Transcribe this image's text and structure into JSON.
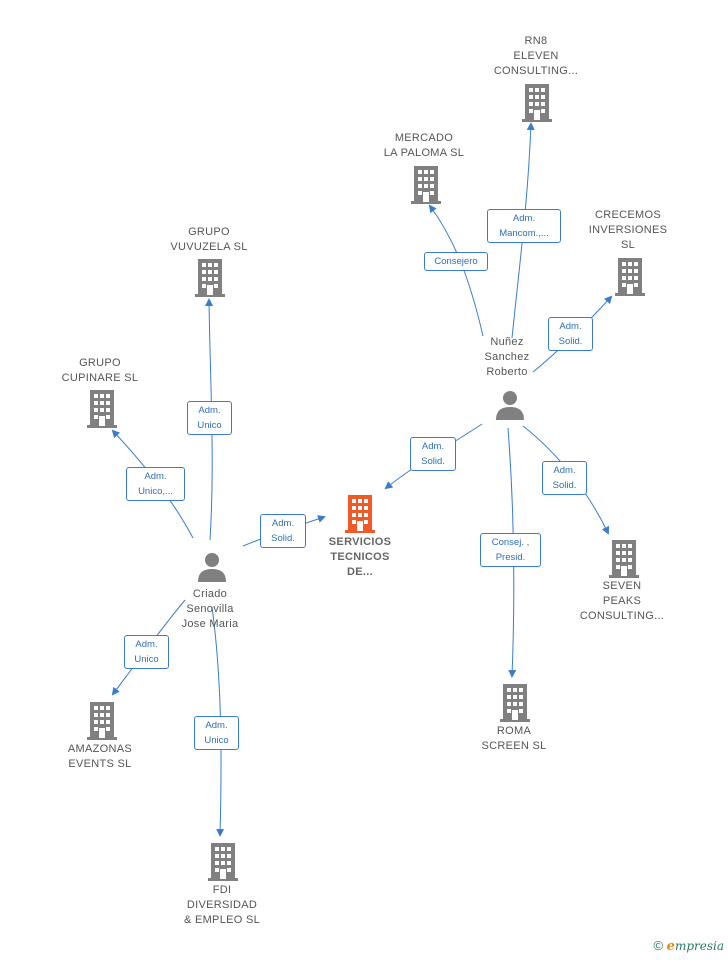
{
  "nodes": {
    "rn8": {
      "label": "RN8\nELEVEN\nCONSULTING..."
    },
    "mercado": {
      "label": "MERCADO\nLA PALOMA  SL"
    },
    "crecemos": {
      "label": "CRECEMOS\nINVERSIONES\nSL"
    },
    "vuvuzela": {
      "label": "GRUPO\nVUVUZELA  SL"
    },
    "cupinare": {
      "label": "GRUPO\nCUPINARE  SL"
    },
    "nunez": {
      "label": "Nuñez\nSanchez\nRoberto"
    },
    "servicios": {
      "label": "SERVICIOS\nTECNICOS\nDE..."
    },
    "seven": {
      "label": "SEVEN\nPEAKS\nCONSULTING..."
    },
    "criado": {
      "label": "Criado\nSenovilla\nJose Maria"
    },
    "roma": {
      "label": "ROMA\nSCREEN SL"
    },
    "amazonas": {
      "label": "AMAZONAS\nEVENTS  SL"
    },
    "fdi": {
      "label": "FDI\nDIVERSIDAD\n& EMPLEO  SL"
    }
  },
  "edges": {
    "nunez_rn8": {
      "label": "Adm.\nMancom.,..."
    },
    "nunez_mercado": {
      "label": "Consejero"
    },
    "nunez_crecemos": {
      "label": "Adm.\nSolid."
    },
    "nunez_servicios": {
      "label": "Adm.\nSolid."
    },
    "nunez_seven": {
      "label": "Adm.\nSolid."
    },
    "nunez_roma": {
      "label": "Consej. ,\nPresid."
    },
    "criado_vuvuzela": {
      "label": "Adm.\nUnico"
    },
    "criado_cupinare": {
      "label": "Adm.\nUnico,..."
    },
    "criado_servicios": {
      "label": "Adm.\nSolid."
    },
    "criado_amazonas": {
      "label": "Adm.\nUnico"
    },
    "criado_fdi": {
      "label": "Adm.\nUnico"
    }
  },
  "colors": {
    "edge": "#3a7ec9",
    "company": "#808080",
    "focus_company": "#f05a28",
    "person": "#808080"
  },
  "footer": {
    "copyright": "©",
    "brand_initial": "e",
    "brand_rest": "mpresia"
  }
}
